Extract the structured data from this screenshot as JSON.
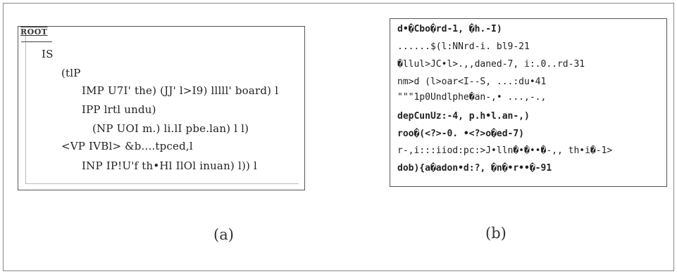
{
  "panel_a": {
    "root_mark": "ROOT",
    "lines": [
      "IS",
      "(tlP",
      "IMP  U7I'  the)  (JJ'  l>I9)  lllll'  board)  l",
      "IPP  lrtl  undu)",
      "(NP  UOI  m.)  li.lI  pbe.lan)  l  l)",
      "<VP  IVBl>  &b....tpced,l",
      "INP  IP!U'f  th•Hl  IlOl  inuan)  l))  l"
    ]
  },
  "panel_b": {
    "lines": [
      "d•�Cbo�rd-1,  �h.-I)",
      "......$(l:NNrd-i.  bl9-21",
      "�llul>JC•l>.,,daned-7,  i:.0..rd-31",
      "nm>d  (l>oar<I--S,  ...:du•41",
      "\"\"\"1p0Undlphe�an-,•  ...,-.,",
      "depCunUz:-4,  p.h•l.an-,)",
      "roo�(<?>-0.  •<?>o�ed-7)",
      "r-,i:::iiod:pc:>J•lln�•�••�-,,  th•i�-1>",
      "dob){a�adon•d:?,  �n�•r••�-91"
    ]
  },
  "captions": {
    "a": "(a)",
    "b": "(b)"
  }
}
